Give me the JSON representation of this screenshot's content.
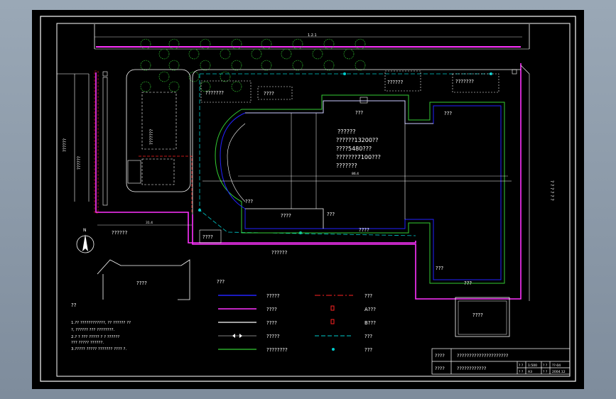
{
  "drawing": {
    "building_top": "??????",
    "building_line1": "??????13200??",
    "building_line2": "????5480???",
    "building_line3": "???????7100???",
    "building_line4": "???????",
    "top_left_box": "???????",
    "top_box2": "????",
    "top_right_box1": "??????",
    "top_right_box2": "???????",
    "garden_label": "????????",
    "entrance_label": "????",
    "right_wing_label": "???",
    "right_wing_top": "???",
    "left_hall_label": "????",
    "left_hall_label2": "????",
    "bottom_label1": "???",
    "bottom_label2": "????",
    "bottom_label3": "???",
    "bottom_right_label": "???",
    "south_road": "??????",
    "entrance_box": "????",
    "gate_box": "????",
    "outside_box": "????",
    "right_street": "? ? ? ? ? ?",
    "left_street": "??????",
    "neighbor_label": "????",
    "north_arrow": "N",
    "north_text": "??????",
    "dim_top": "1.2.1",
    "dim_bottom_left": "31.4",
    "dim_middle": "86.4"
  },
  "legend": {
    "title": "???",
    "items_left": [
      "?????",
      "????",
      "????",
      "?????",
      "????????"
    ],
    "items_right": [
      "???",
      "A???",
      "B???",
      "???",
      "???"
    ]
  },
  "notes": {
    "title": "??",
    "lines": [
      "1.?? ????????????, ?? ?????? ??",
      "?, ?????? ??? ????????.",
      "2.? ? ??? ????? ? ? ??????",
      "??? ????? ??????.",
      "3.????? ????? ??????? ???? ?."
    ]
  },
  "title_block": {
    "r1c1": "????",
    "r1c2": "?????????????????????",
    "r2c1": "????",
    "r2c2": "????????????",
    "meta": [
      "? ?",
      "1:500",
      "? ?",
      "??-04",
      "? ?",
      "A3",
      "? ?",
      "2004.12"
    ]
  },
  "colors": {
    "background": "#000000",
    "frame": "#ffffff",
    "magenta": "#ff33ff",
    "blue": "#2222ff",
    "green": "#33cc33",
    "cyan": "#00cccc",
    "red": "#ff2222"
  }
}
